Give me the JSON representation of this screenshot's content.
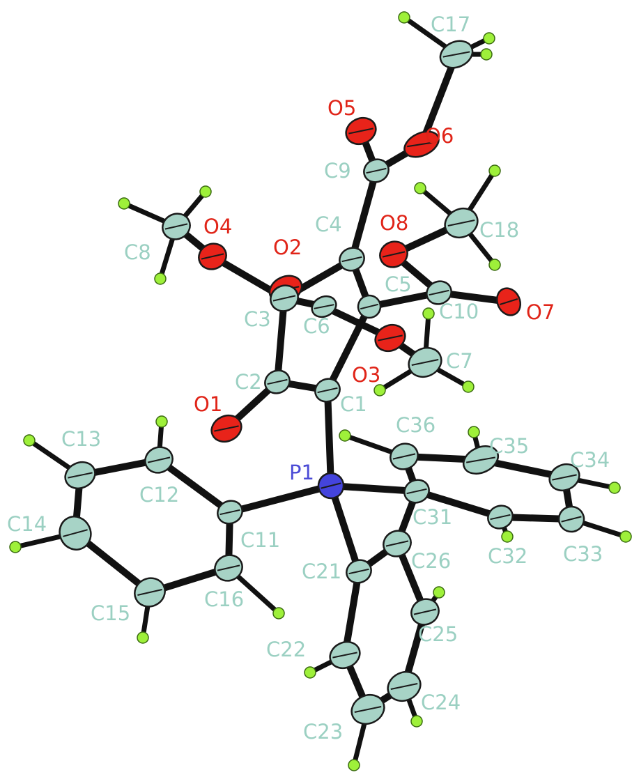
{
  "molecule": {
    "colors": {
      "bond": "#111111",
      "carbon": "#a7d3c6",
      "carbon_label": "#9bd0c2",
      "oxygen": "#e8231a",
      "oxygen_label": "#e02418",
      "phosphorus": "#4444dd",
      "phosphorus_label": "#4b4bd6",
      "hydrogen": "#9ef03a"
    },
    "atom_labels": [
      "O5",
      "O6",
      "C17",
      "C9",
      "C4",
      "O8",
      "C18",
      "O4",
      "O2",
      "C8",
      "C5",
      "C3",
      "C6",
      "C10",
      "O7",
      "O3",
      "C7",
      "C2",
      "C1",
      "O1",
      "C13",
      "C12",
      "C36",
      "C35",
      "C34",
      "P1",
      "C31",
      "C14",
      "C11",
      "C32",
      "C33",
      "C26",
      "C21",
      "C16",
      "C15",
      "C25",
      "C22",
      "C24",
      "C23"
    ]
  }
}
